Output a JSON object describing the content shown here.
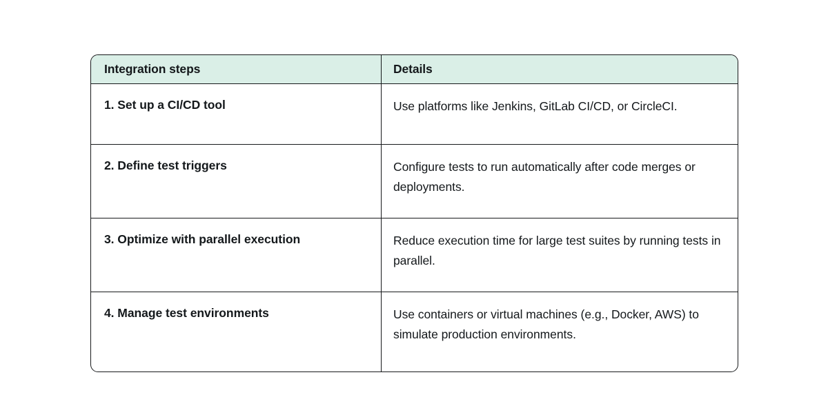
{
  "page": {
    "background_color": "#ffffff",
    "text_color": "#14181b"
  },
  "table": {
    "name": "integration-steps-table",
    "border_color": "#16181a",
    "header_background_color": "#daefe7",
    "columns": [
      {
        "key": "step",
        "header": "Integration steps"
      },
      {
        "key": "detail",
        "header": "Details"
      }
    ],
    "rows": [
      {
        "step": "1. Set up a CI/CD tool",
        "detail": "Use platforms like Jenkins, GitLab CI/CD, or CircleCI."
      },
      {
        "step": "2. Define test triggers",
        "detail": "Configure tests to run automatically after code merges or deployments."
      },
      {
        "step": "3. Optimize with parallel execution",
        "detail": "Reduce execution time for large test suites by running tests in parallel."
      },
      {
        "step": "4. Manage test environments",
        "detail": "Use containers or virtual machines (e.g., Docker, AWS) to simulate production environments."
      }
    ]
  }
}
